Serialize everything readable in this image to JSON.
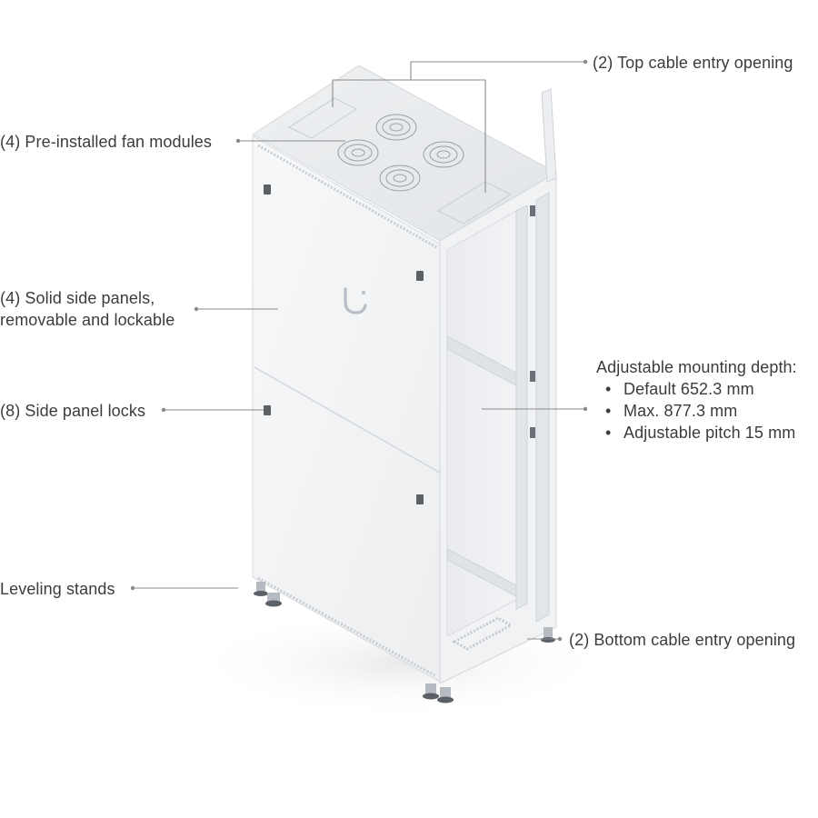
{
  "callouts": {
    "top_cable": "(2) Top cable entry opening",
    "fans": "(4) Pre-installed fan modules",
    "panels_line1": "(4) Solid side panels,",
    "panels_line2": "removable and lockable",
    "locks": "(8) Side panel locks",
    "stands": "Leveling stands",
    "bottom_cable": "(2) Bottom cable entry opening",
    "depth_title": "Adjustable mounting depth:",
    "depth_items": [
      "Default 652.3 mm",
      "Max. 877.3 mm",
      "Adjustable pitch 15 mm"
    ]
  },
  "colors": {
    "cabinet_white": "#f4f5f6",
    "cabinet_shadow": "#dfe1e4",
    "leader_line": "#8a8a8a",
    "text": "#3c3c3c"
  },
  "icons": {
    "logo": "ubiquiti-u-logo"
  }
}
